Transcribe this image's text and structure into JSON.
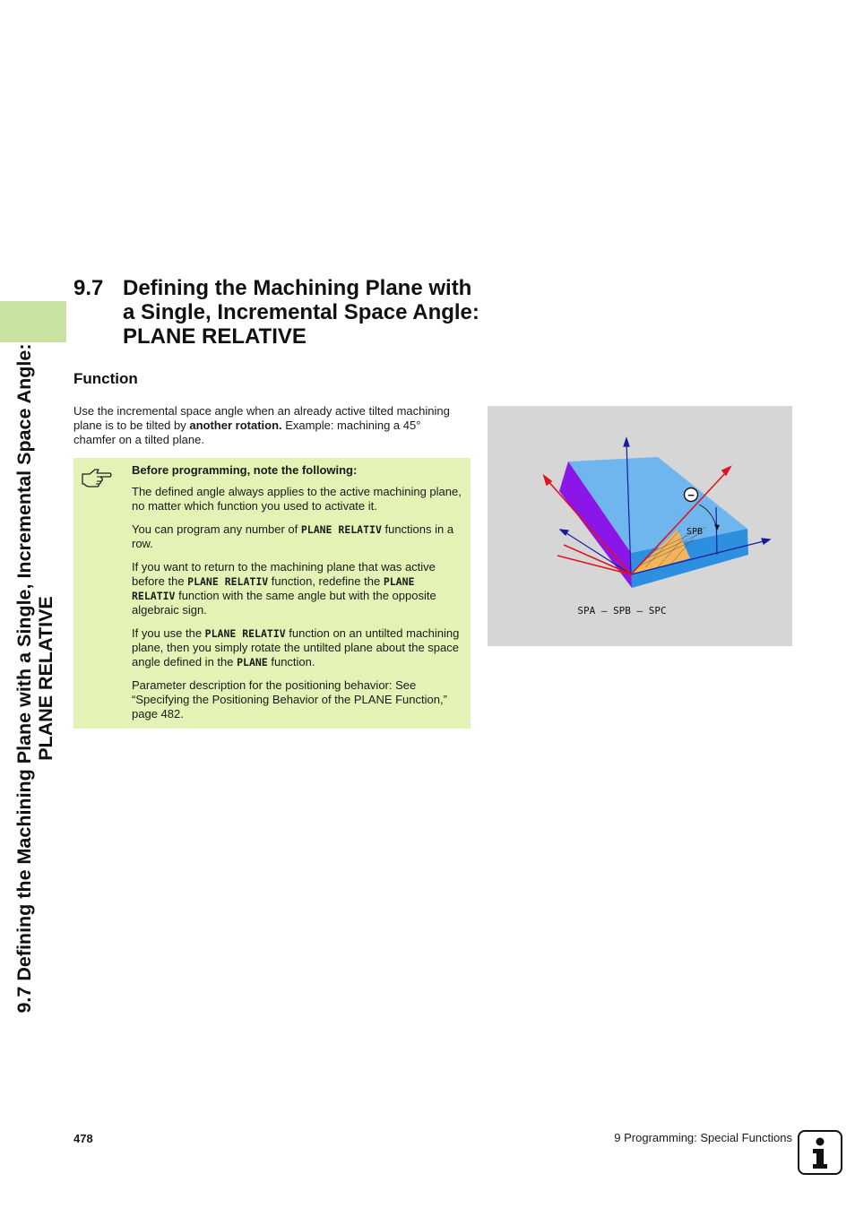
{
  "side": {
    "line1": "9.7 Defining the Machining Plane with a Single, Incremental Space Angle:",
    "line2": "PLANE RELATIVE"
  },
  "section": {
    "number": "9.7",
    "title": "Defining the Machining Plane with a Single, Incremental Space Angle: PLANE RELATIVE"
  },
  "subheading": "Function",
  "intro": {
    "part1": "Use the incremental space angle when an already active tilted machining plane is to be tilted by ",
    "bold": "another rotation.",
    "part2": " Example: machining a 45° chamfer on a tilted plane."
  },
  "note": {
    "icon": "pointing-hand-icon",
    "heading": "Before programming, note the following:",
    "p1": "The defined angle always applies to the active machining plane, no matter which function you used to activate it.",
    "p2a": "You can program any number of ",
    "p2code": "PLANE RELATIV",
    "p2b": " functions in a row.",
    "p3a": "If you want to return to the machining plane that was active before the ",
    "p3code1": "PLANE RELATIV",
    "p3b": " function, redefine the ",
    "p3code2": "PLANE RELATIV",
    "p3c": " function with the same angle but with the opposite algebraic sign.",
    "p4a": "If you use the ",
    "p4code1": "PLANE RELATIV",
    "p4b": " function on an untilted machining plane, then you simply rotate the untilted plane about the space angle defined in the ",
    "p4code2": "PLANE",
    "p4c": " function.",
    "p5": "Parameter description for the positioning behavior: See “Specifying the Positioning Behavior of the PLANE Function,” page 482."
  },
  "figure": {
    "label_spb": "SPB",
    "caption": "SPA – SPB – SPC",
    "minus_sign": "−",
    "colors": {
      "background": "#d6d6d6",
      "block_top": "#6fb6ee",
      "block_front": "#2d8fe0",
      "block_side": "#8a17e8",
      "chamfer": "#f4b45a"
    }
  },
  "footer": {
    "page_number": "478",
    "chapter": "9 Programming: Special Functions",
    "info_icon": "info-icon"
  }
}
